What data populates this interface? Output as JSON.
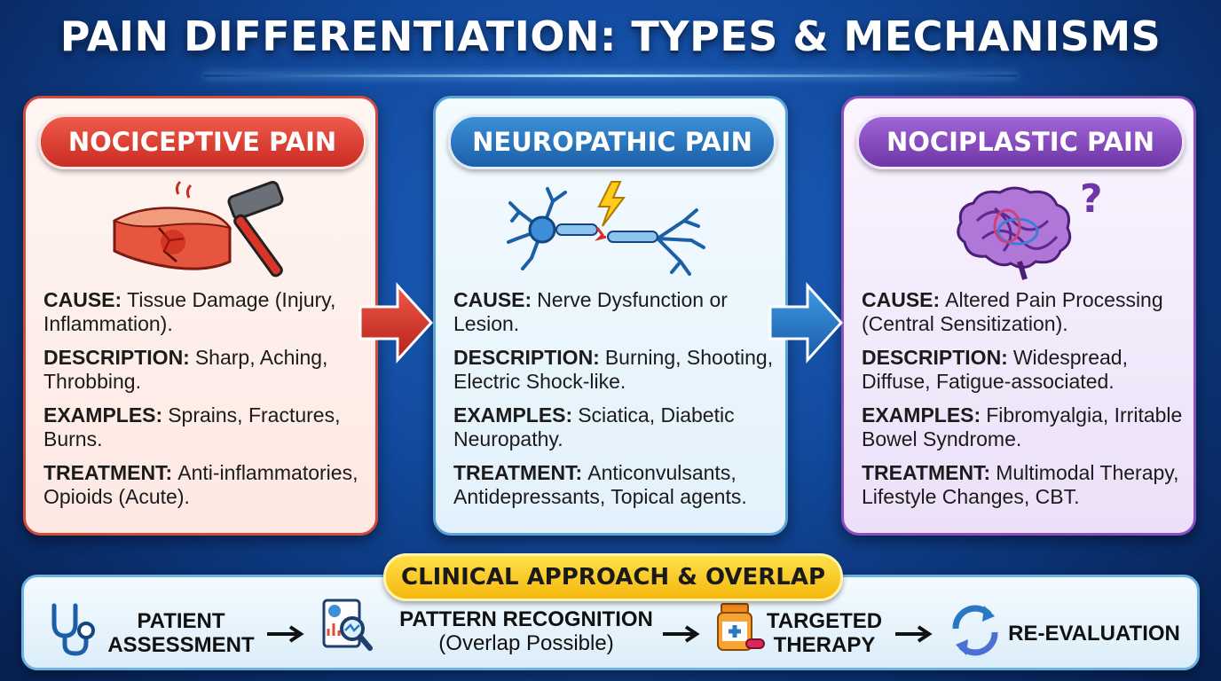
{
  "title": "PAIN DIFFERENTIATION: TYPES & MECHANISMS",
  "cards": [
    {
      "heading": "NOCICEPTIVE PAIN",
      "icon": "damaged-tissue-hammer-icon",
      "cause_label": "CAUSE:",
      "cause": "Tissue Damage (Injury, Inflammation).",
      "description_label": "DESCRIPTION:",
      "description": "Sharp, Aching, Throbbing.",
      "examples_label": "EXAMPLES:",
      "examples": "Sprains, Fractures, Burns.",
      "treatment_label": "TREATMENT:",
      "treatment": "Anti-inflammatories, Opioids (Acute)."
    },
    {
      "heading": "NEUROPATHIC PAIN",
      "icon": "damaged-neuron-lightning-icon",
      "cause_label": "CAUSE:",
      "cause": "Nerve Dysfunction or Lesion.",
      "description_label": "DESCRIPTION:",
      "description": "Burning, Shooting, Electric Shock-like.",
      "examples_label": "EXAMPLES:",
      "examples": "Sciatica, Diabetic Neuropathy.",
      "treatment_label": "TREATMENT:",
      "treatment": "Anticonvulsants, Antidepressants, Topical agents."
    },
    {
      "heading": "NOCIPLASTIC PAIN",
      "icon": "tangled-brain-question-icon",
      "cause_label": "CAUSE:",
      "cause": "Altered Pain Processing (Central Sensitization).",
      "description_label": "DESCRIPTION:",
      "description": "Widespread, Diffuse, Fatigue-associated.",
      "examples_label": "EXAMPLES:",
      "examples": "Fibromyalgia, Irritable Bowel Syndrome.",
      "treatment_label": "TREATMENT:",
      "treatment": "Multimodal Therapy, Lifestyle Changes, CBT."
    }
  ],
  "clinical": {
    "heading": "CLINICAL APPROACH & OVERLAP",
    "steps": [
      {
        "label": "PATIENT ASSESSMENT",
        "sub": "",
        "icon": "stethoscope-icon"
      },
      {
        "label": "PATTERN RECOGNITION",
        "sub": "(Overlap Possible)",
        "icon": "report-magnifier-icon"
      },
      {
        "label": "TARGETED THERAPY",
        "sub": "",
        "icon": "medicine-bottle-icon"
      },
      {
        "label": "RE-EVALUATION",
        "sub": "",
        "icon": "refresh-cycle-icon"
      }
    ]
  },
  "colors": {
    "nociceptive": "#d64a3e",
    "neuropathic": "#2a78c4",
    "nociplastic": "#8a4fc0",
    "clinical_accent": "#f4b80d"
  }
}
